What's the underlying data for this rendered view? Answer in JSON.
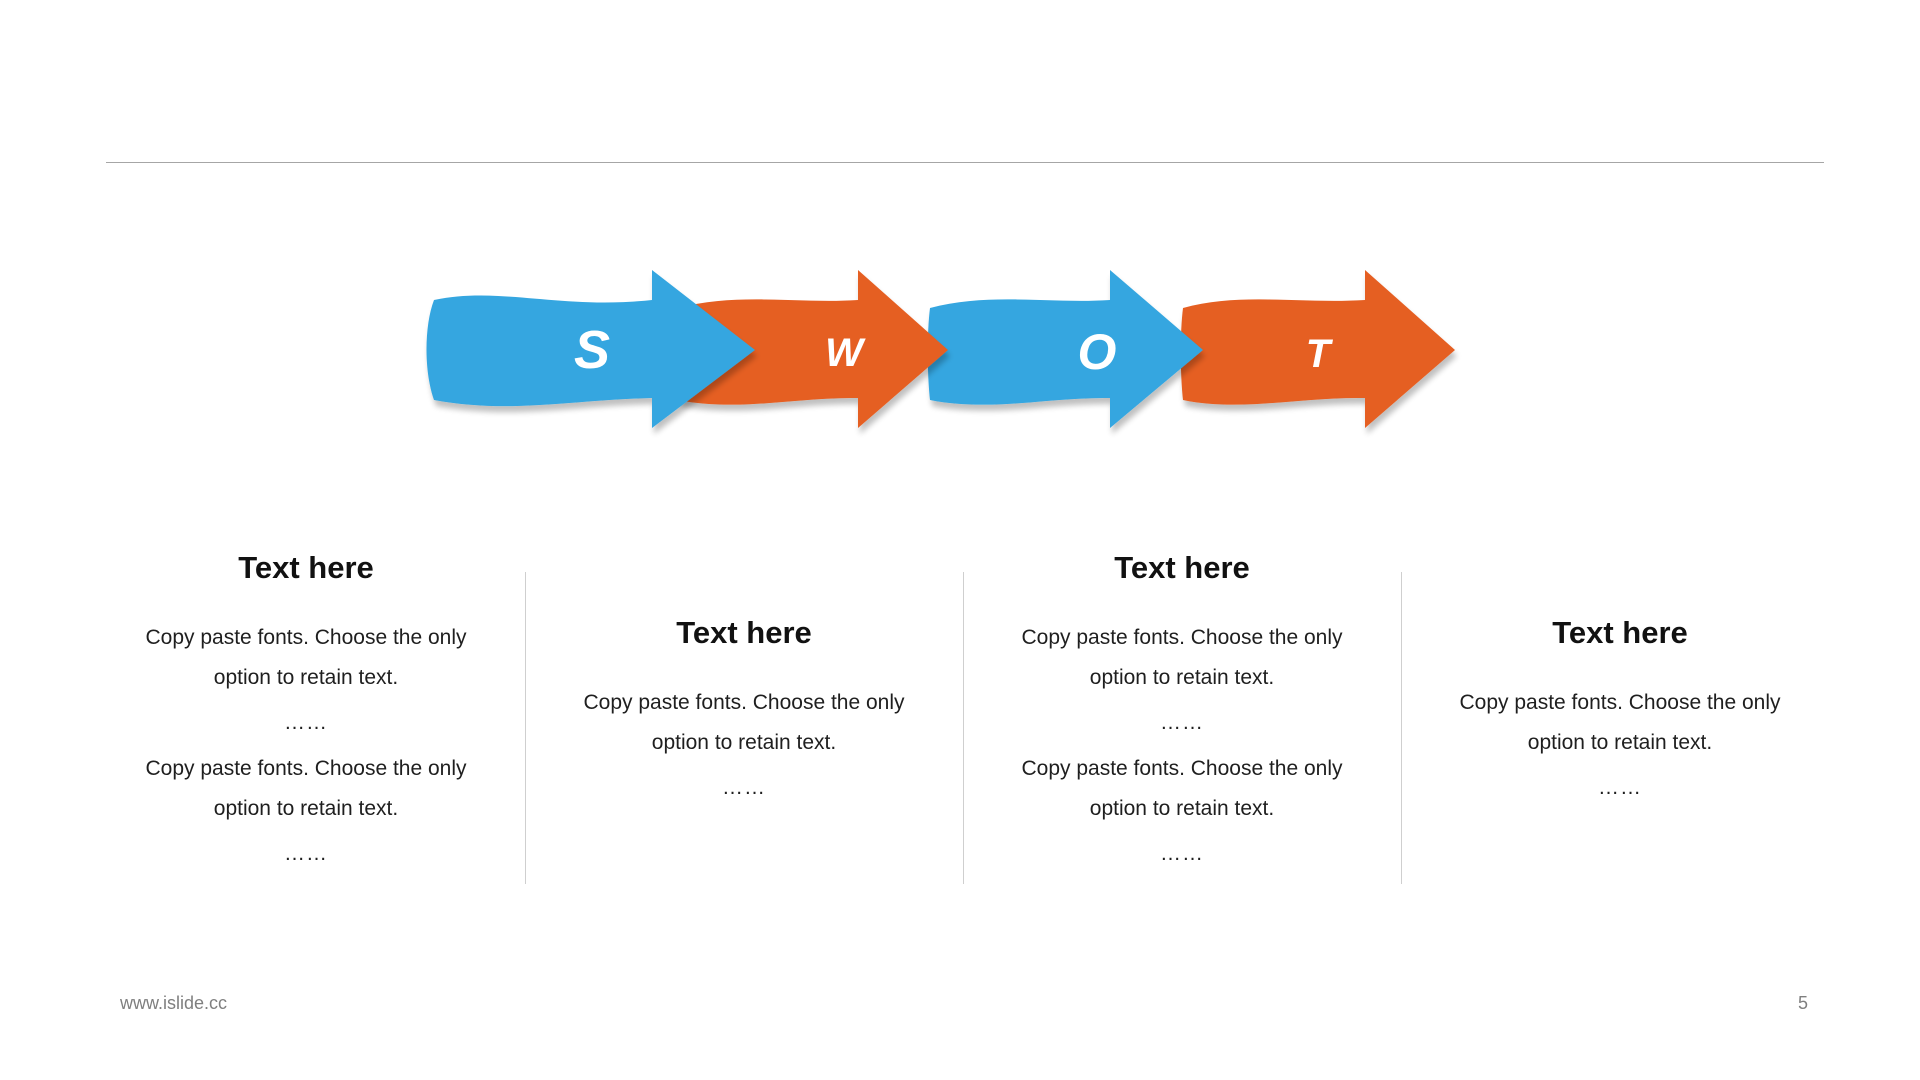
{
  "diagram": {
    "letters": [
      "S",
      "W",
      "O",
      "T"
    ],
    "colors": {
      "blue": "#34A6E0",
      "orange": "#E55F23"
    }
  },
  "columns": [
    {
      "title": "Text here",
      "paragraphs": [
        {
          "line1": "Copy paste fonts. Choose the only",
          "line2": "option to retain text.",
          "dots": "……"
        },
        {
          "line1": "Copy paste fonts. Choose the only",
          "line2": "option to retain text.",
          "dots": "……"
        }
      ]
    },
    {
      "title": "Text here",
      "paragraphs": [
        {
          "line1": "Copy paste fonts. Choose the only",
          "line2": "option to retain text.",
          "dots": "……"
        }
      ]
    },
    {
      "title": "Text here",
      "paragraphs": [
        {
          "line1": "Copy paste fonts. Choose the only",
          "line2": "option to retain text.",
          "dots": "……"
        },
        {
          "line1": "Copy paste fonts. Choose the only",
          "line2": "option to retain text.",
          "dots": "……"
        }
      ]
    },
    {
      "title": "Text here",
      "paragraphs": [
        {
          "line1": "Copy paste fonts. Choose the only",
          "line2": "option to retain text.",
          "dots": "……"
        }
      ]
    }
  ],
  "footer": {
    "url": "www.islide.cc",
    "page_number": "5"
  }
}
